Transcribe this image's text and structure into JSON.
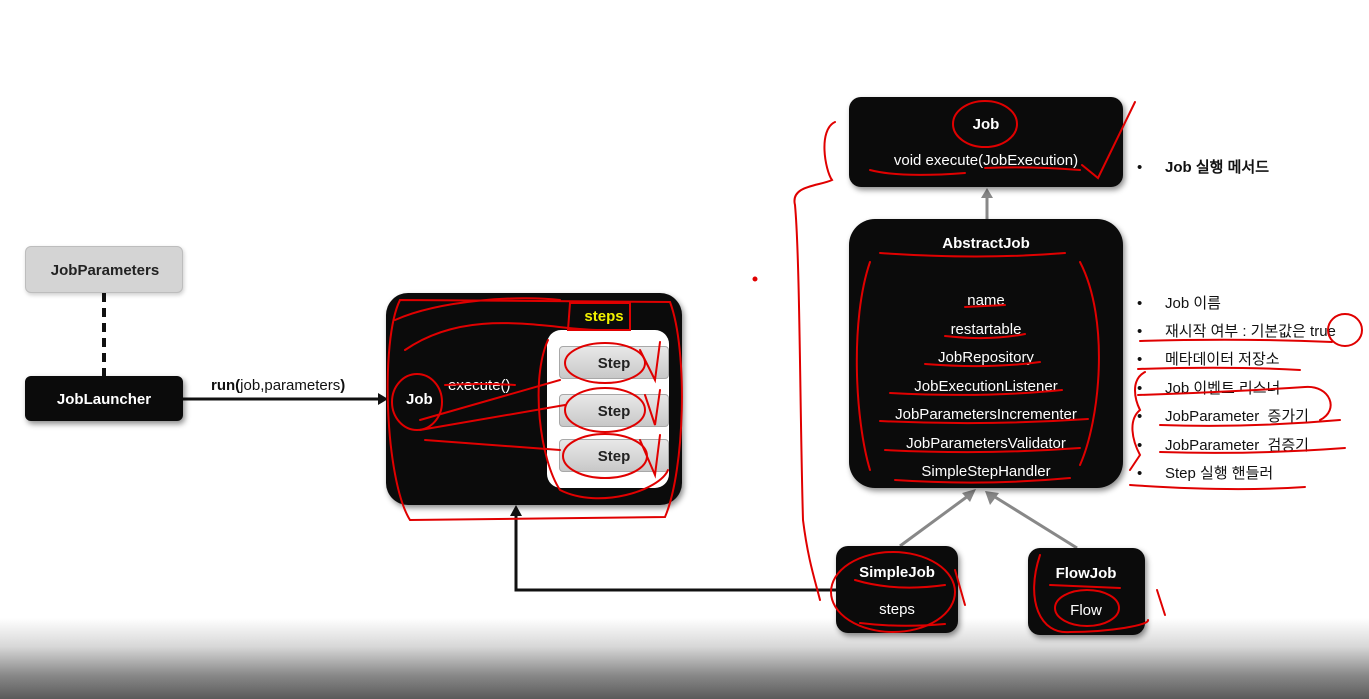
{
  "job_parameters": "JobParameters",
  "job_launcher": "JobLauncher",
  "run_call": {
    "fn": "run(",
    "args": "job,parameters",
    "close": ")"
  },
  "job_box": {
    "label": "Job",
    "execute": "execute()",
    "steps_title": "steps",
    "steps": [
      "Step",
      "Step",
      "Step"
    ]
  },
  "job_interface": {
    "title": "Job",
    "method": "void execute(JobExecution)"
  },
  "abstract_job": {
    "title": "AbstractJob",
    "fields": [
      "name",
      "restartable",
      "JobRepository",
      "JobExecutionListener",
      "JobParametersIncrementer",
      "JobParametersValidator",
      "SimpleStepHandler"
    ]
  },
  "simple_job": {
    "title": "SimpleJob",
    "field": "steps"
  },
  "flow_job": {
    "title": "FlowJob",
    "field": "Flow"
  },
  "notes": {
    "job_method": "Job 실행 메서드",
    "fields": [
      "Job 이름",
      "재시작 여부 : 기본값은 true",
      "메타데이터 저장소",
      "Job 이벤트 리스너",
      "JobParameter  증가기",
      "JobParameter  검증기",
      "Step 실행 핸들러"
    ],
    "bullet": "•"
  },
  "colors": {
    "box_dark": "#0b0b0b",
    "steps_label": "#f2f200",
    "annotation": "#e00000"
  }
}
